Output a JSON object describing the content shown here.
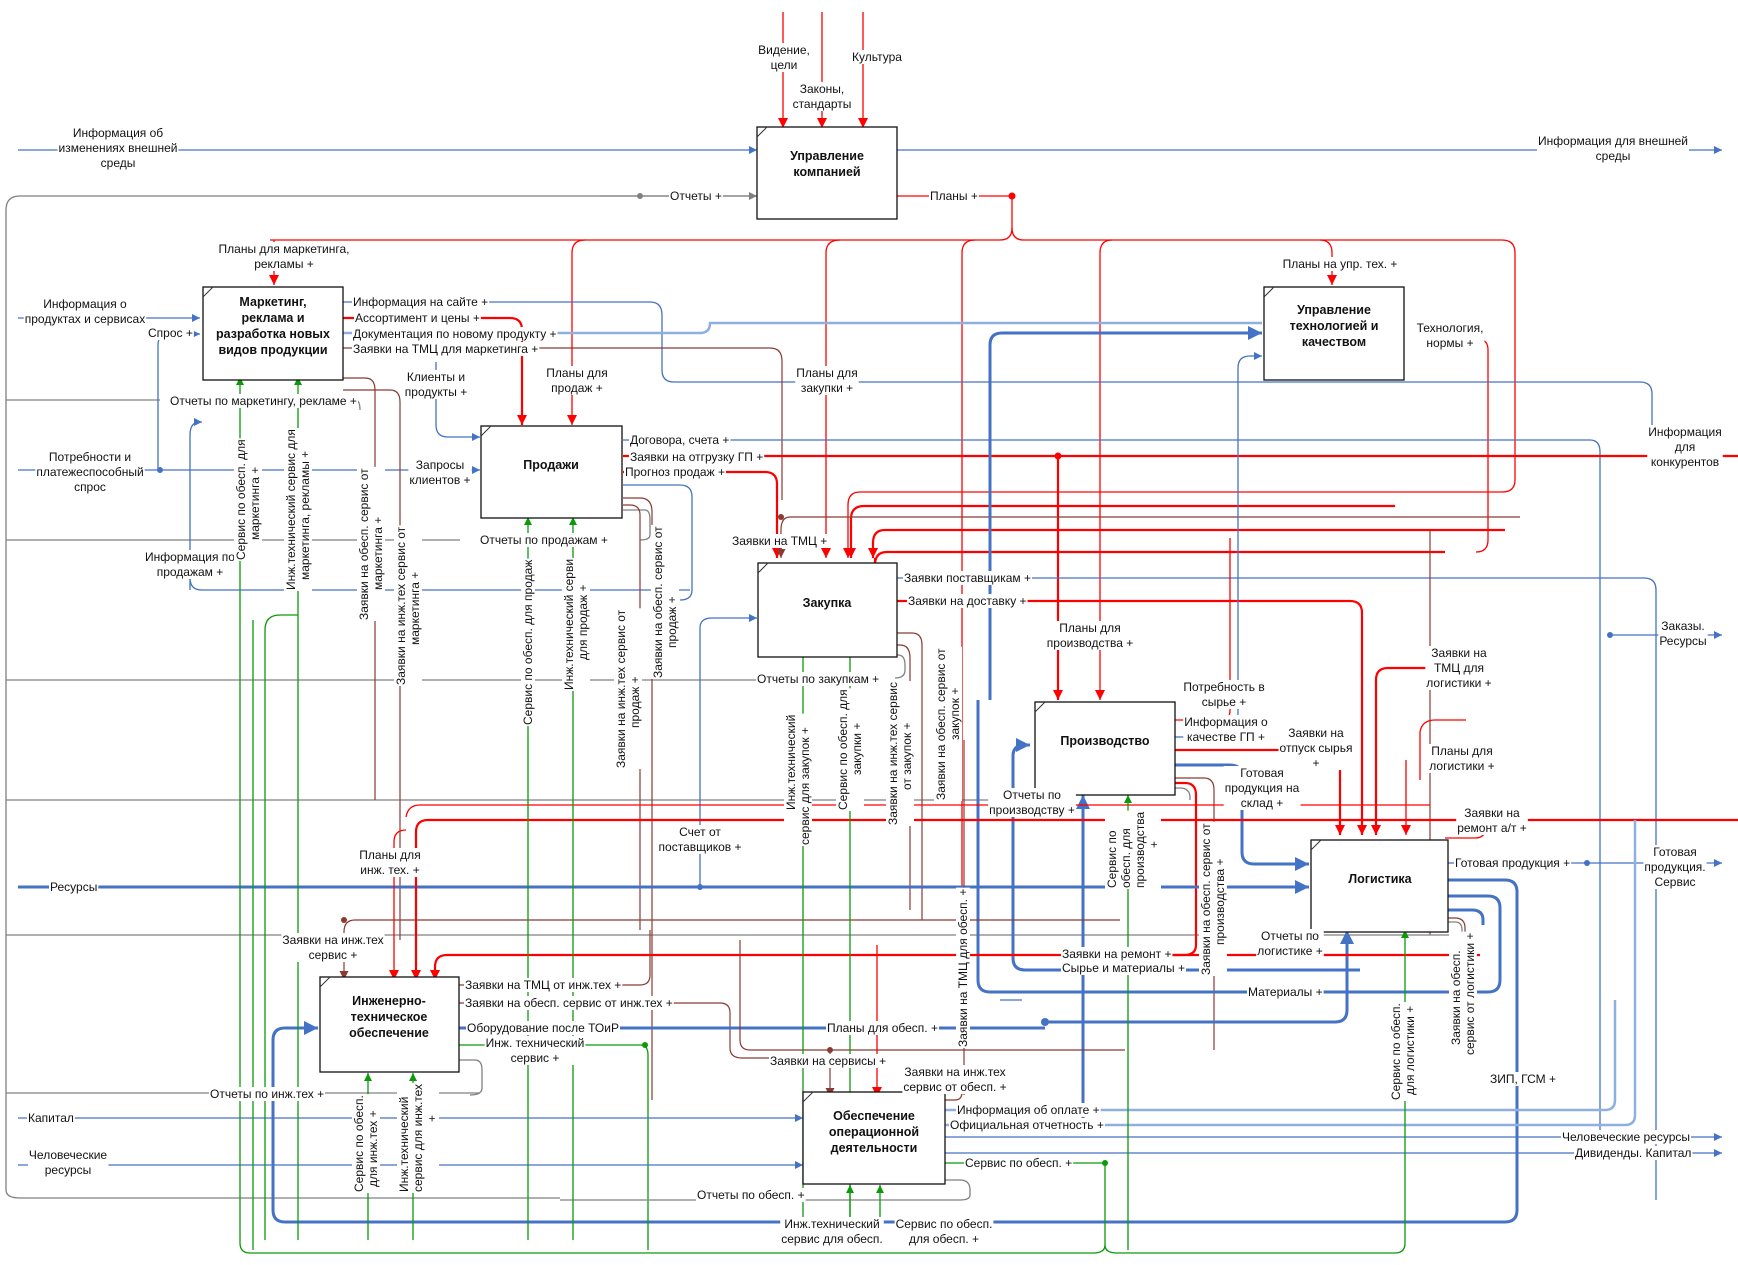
{
  "diagram": {
    "type": "IDEF0",
    "colors": {
      "info_flow": "#4472c4",
      "control_flow": "#ff0000",
      "request_flow": "#8b3a32",
      "report_flow": "#808080",
      "service_flow": "#0a9a0a"
    },
    "boxes": {
      "management": "Управление компанией",
      "marketing": "Маркетинг, реклама и разработка новых видов продукции",
      "sales": "Продажи",
      "tech_quality": "Управление технологией и качеством",
      "purchasing": "Закупка",
      "production": "Производство",
      "logistics": "Логистика",
      "engineering": "Инженерно-техническое обеспечение",
      "operations": "Обеспечение операционной деятельности"
    },
    "external_inputs": {
      "vision": "Видение, цели",
      "laws": "Законы, стандарты",
      "culture": "Культура",
      "env_change_info": "Информация об изменениях внешней среды",
      "product_info": "Информация о продуктах и сервисах",
      "demand_need": "Потребности и платежеспособный спрос",
      "resources": "Ресурсы",
      "capital": "Капитал",
      "human_resources_in": "Человеческие ресурсы"
    },
    "external_outputs": {
      "env_info_out": "Информация для внешней среды",
      "competitor_info": "Информация для конкурентов",
      "orders_resources": "Заказы. Ресурсы",
      "finished_service": "Готовая продукция. Сервис",
      "human_resources_out": "Человеческие ресурсы",
      "dividends": "Дивиденды. Капитал"
    },
    "arrows": {
      "reports": "Отчеты +",
      "plans": "Планы +",
      "plans_marketing": "Планы для маркетинга, рекламы +",
      "plans_tech": "Планы на упр. тех. +",
      "tech_norms": "Технология, нормы +",
      "demand": "Спрос +",
      "site_info": "Информация на сайте +",
      "assortment": "Ассортимент и цены +",
      "new_product_docs": "Документация по новому продукту +",
      "tmc_marketing": "Заявки на ТМЦ для маркетинга +",
      "clients_products": "Клиенты и продукты +",
      "plans_sales": "Планы для продаж +",
      "plans_purchase": "Планы для закупки +",
      "marketing_reports": "Отчеты по маркетингу, рекламе +",
      "client_requests": "Запросы клиентов +",
      "contracts": "Договора, счета +",
      "shipment_requests": "Заявки на отгрузку ГП +",
      "sales_forecast": "Прогноз продаж +",
      "sales_info": "Информация по продажам +",
      "sales_reports": "Отчеты по продажам +",
      "tmc_requests": "Заявки на ТМЦ +",
      "supplier_requests": "Заявки поставщикам +",
      "delivery_requests": "Заявки на доставку +",
      "plans_production": "Планы для производства +",
      "purchase_reports": "Отчеты по закупкам +",
      "raw_need": "Потребность в сырье +",
      "quality_info": "Информация о качестве ГП +",
      "raw_release": "Заявки на отпуск сырья +",
      "finished_to_stock": "Готовая продукция на склад +",
      "tmc_logistics": "Заявки на ТМЦ для логистики +",
      "plans_logistics": "Планы для логистики +",
      "repair_at": "Заявки на ремонт а/т +",
      "finished_goods": "Готовая продукция +",
      "production_reports": "Отчеты по производству +",
      "supplier_invoice": "Счет от поставщиков +",
      "plans_eng": "Планы для инж. тех. +",
      "eng_service_requests": "Заявки на инж.тех сервис +",
      "repair_requests": "Заявки на ремонт +",
      "raw_materials": "Сырье и материалы +",
      "logistics_reports": "Отчеты по логистике +",
      "materials": "Материалы +",
      "tmc_from_eng": "Заявки  на ТМЦ от инж.тех +",
      "svc_from_eng": "Заявки на обесп. сервис от инж.тех +",
      "equipment_after": "Оборудование после ТОиР",
      "eng_service": "Инж. технический сервис +",
      "plans_ops": "Планы для обесп. +",
      "eng_reports": "Отчеты по инж.тех +",
      "service_requests": "Заявки на сервисы +",
      "eng_svc_from_ops": "Заявки на инж.тех сервис от обесп. +",
      "payment_info": "Информация об оплате +",
      "official_reports": "Официальная отчетность +",
      "ops_service": "Сервис по обесп. +",
      "ops_reports": "Отчеты по обесп. +",
      "eng_svc_for_ops": "Инж.технический сервис для обесп.",
      "svc_for_ops": "Сервис по обесп. для обесп. +",
      "spare_fuel": "ЗИП, ГСМ +"
    },
    "vertical_labels": {
      "svc_marketing": "Сервис по обесп. для маркетинга +",
      "eng_marketing": "Инж.технический сервис для маркетинга, рекламы +",
      "req_svc_marketing": "Заявки на обесп. сервис от маркетинга +",
      "req_eng_marketing": "Заявки на инж.тех сервис от маркетинга +",
      "svc_sales": "Сервис по обесп. для продаж",
      "eng_sales": "Инж.технический сервис для продаж +",
      "req_eng_sales": "Заявки на инж.тех сервис от продаж +",
      "req_svc_sales": "Заявки на обесп. сервис от продаж +",
      "eng_purchase": "Инж.технический сервис для закупок +",
      "svc_purchase": "Сервис по обесп. для закупки +",
      "req_eng_purchase": "Заявки на инж.тех сервис от закупок +",
      "req_svc_purchase": "Заявки на обесп. сервис от закупок +",
      "tmc_ops": "Заявки на ТМЦ для обесп. +",
      "svc_production": "Сервис по обесп. для производства +",
      "req_svc_production": "Заявки на обесп. сервис от производства +",
      "svc_logistics": "Сервис по обесп. для логистики +",
      "req_svc_logistics": "Заявки на обесп. сервис от логистики +",
      "svc_eng": "Сервис по обесп. для инж.тех +",
      "eng_eng": "Инж.технический сервис для инж.тех +"
    }
  }
}
